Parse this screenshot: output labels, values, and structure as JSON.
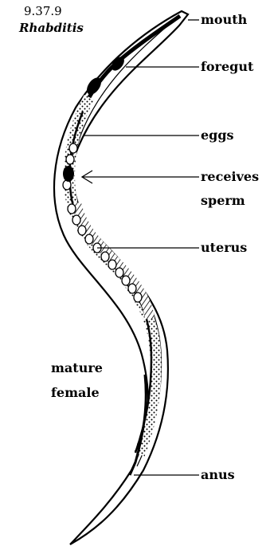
{
  "figure": {
    "code": "9.37.9",
    "genus": "Rhabditis",
    "caption_line1": "mature",
    "caption_line2": "female"
  },
  "labels": {
    "mouth": "mouth",
    "foregut": "foregut",
    "eggs": "eggs",
    "receives_line1": "receives",
    "receives_line2": "sperm",
    "uterus": "uterus",
    "anus": "anus"
  }
}
